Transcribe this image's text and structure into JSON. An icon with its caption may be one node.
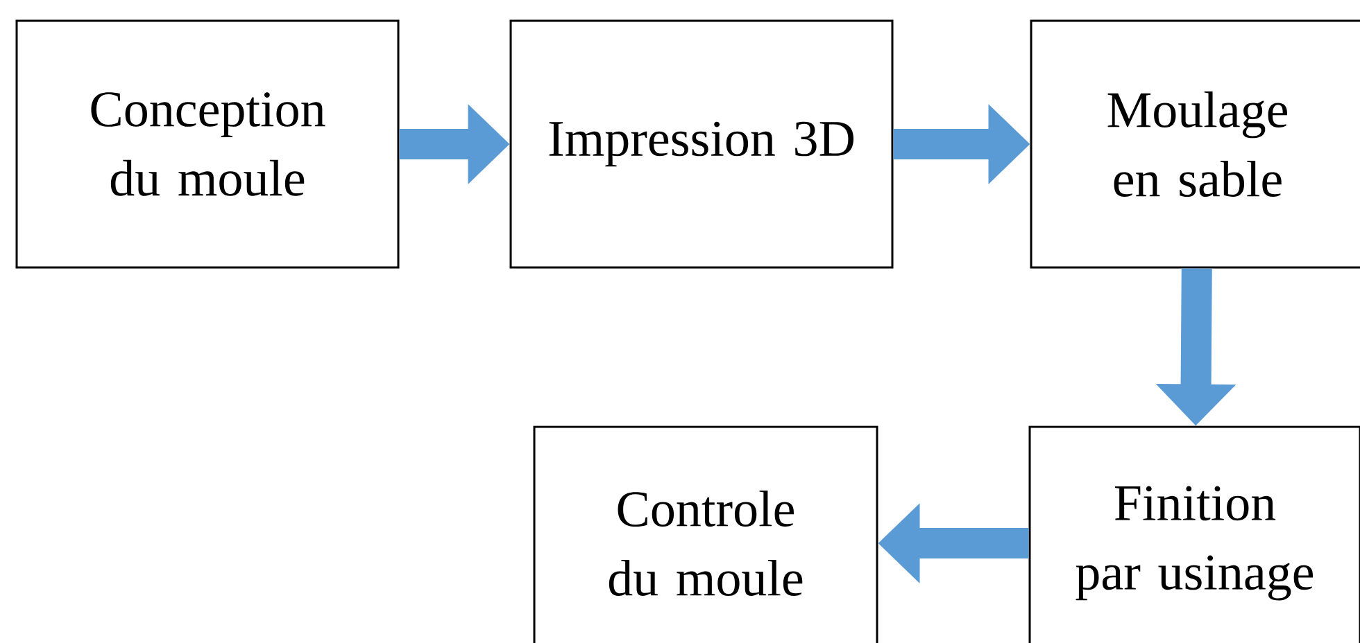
{
  "diagram": {
    "nodes": [
      {
        "text": [
          "Conception du moule"
        ]
      },
      {
        "text": [
          "Impression 3D"
        ]
      },
      {
        "text": [
          "Moulage en sable"
        ]
      },
      {
        "text": [
          "Controle du moule"
        ]
      },
      {
        "text": [
          "Finition par usinage"
        ]
      }
    ],
    "edges": [
      {
        "from": 0,
        "to": 1,
        "arrow": "to"
      },
      {
        "from": 1,
        "to": 2,
        "arrow": "to"
      },
      {
        "from": 2,
        "to": 4,
        "arrow": "to"
      },
      {
        "from": 4,
        "to": 3,
        "arrow": "to"
      }
    ]
  }
}
